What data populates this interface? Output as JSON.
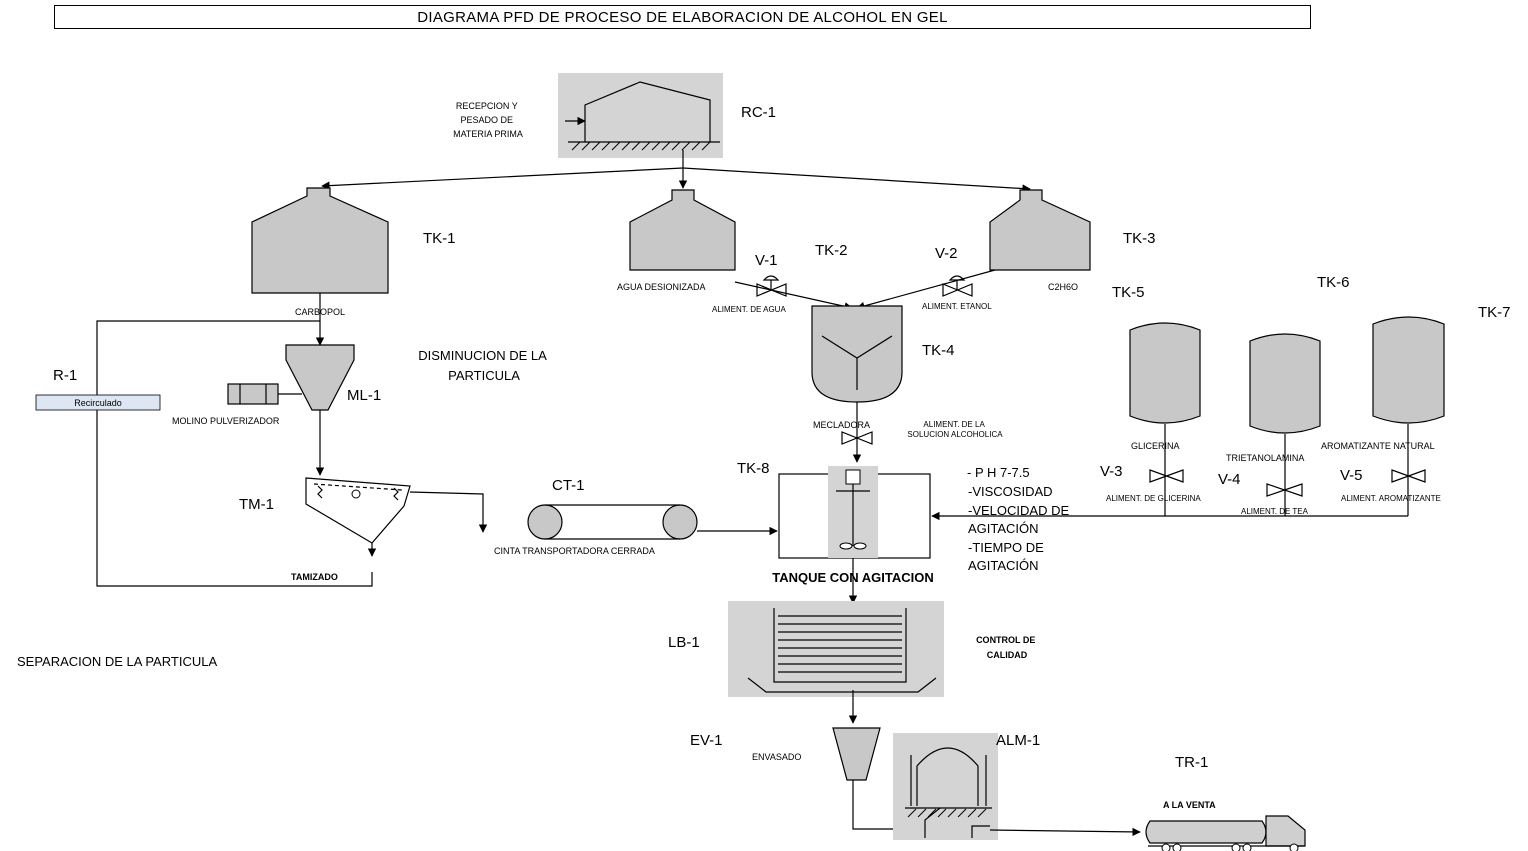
{
  "title": "DIAGRAMA PFD DE PROCESO DE ELABORACION DE ALCOHOL EN GEL",
  "tags": {
    "rc1": "RC-1",
    "tk1": "TK-1",
    "tk2": "TK-2",
    "tk3": "TK-3",
    "tk4": "TK-4",
    "tk5": "TK-5",
    "tk6": "TK-6",
    "tk7": "TK-7",
    "tk8": "TK-8",
    "v1": "V-1",
    "v2": "V-2",
    "v3": "V-3",
    "v4": "V-4",
    "v5": "V-5",
    "r1": "R-1",
    "ml1": "ML-1",
    "tm1": "TM-1",
    "ct1": "CT-1",
    "lb1": "LB-1",
    "ev1": "EV-1",
    "alm1": "ALM-1",
    "tr1": "TR-1"
  },
  "labels": {
    "recepcion": [
      "RECEPCION Y",
      "PESADO DE",
      "MATERIA PRIMA"
    ],
    "carbopol": "CARBOPOL",
    "agua": "AGUA DESIONIZADA",
    "aliment_agua": "ALIMENT. DE AGUA",
    "aliment_etanol": "ALIMENT. ETANOL",
    "c2h6o": "C2H6O",
    "disminucion": [
      "DISMINUCION DE LA",
      "PARTICULA"
    ],
    "recirculado": "Recirculado",
    "molino": "MOLINO PULVERIZADOR",
    "mezcladora": "MECLADORA",
    "aliment_solucion": [
      "ALIMENT. DE LA",
      "SOLUCION ALCOHOLICA"
    ],
    "glicerina": "GLICERINA",
    "trietanolamina": "TRIETANOLAMINA",
    "aromatizante": "AROMATIZANTE NATURAL",
    "aliment_glicerina": "ALIMENT. DE GLICERINA",
    "aliment_tea": "ALIMENT. DE TEA",
    "aliment_aromatizante": "ALIMENT. AROMATIZANTE",
    "parametros": [
      "- P H 7-7.5",
      "-VISCOSIDAD",
      "-VELOCIDAD DE",
      "AGITACIÓN",
      "-TIEMPO DE",
      "AGITACIÓN"
    ],
    "tamizado": "TAMIZADO",
    "cinta": "CINTA TRANSPORTADORA CERRADA",
    "tanque_agitacion": "TANQUE CON AGITACION",
    "control": [
      "CONTROL DE",
      "CALIDAD"
    ],
    "separacion": "SEPARACION DE LA PARTICULA",
    "envasado": "ENVASADO",
    "venta": "A LA VENTA"
  }
}
